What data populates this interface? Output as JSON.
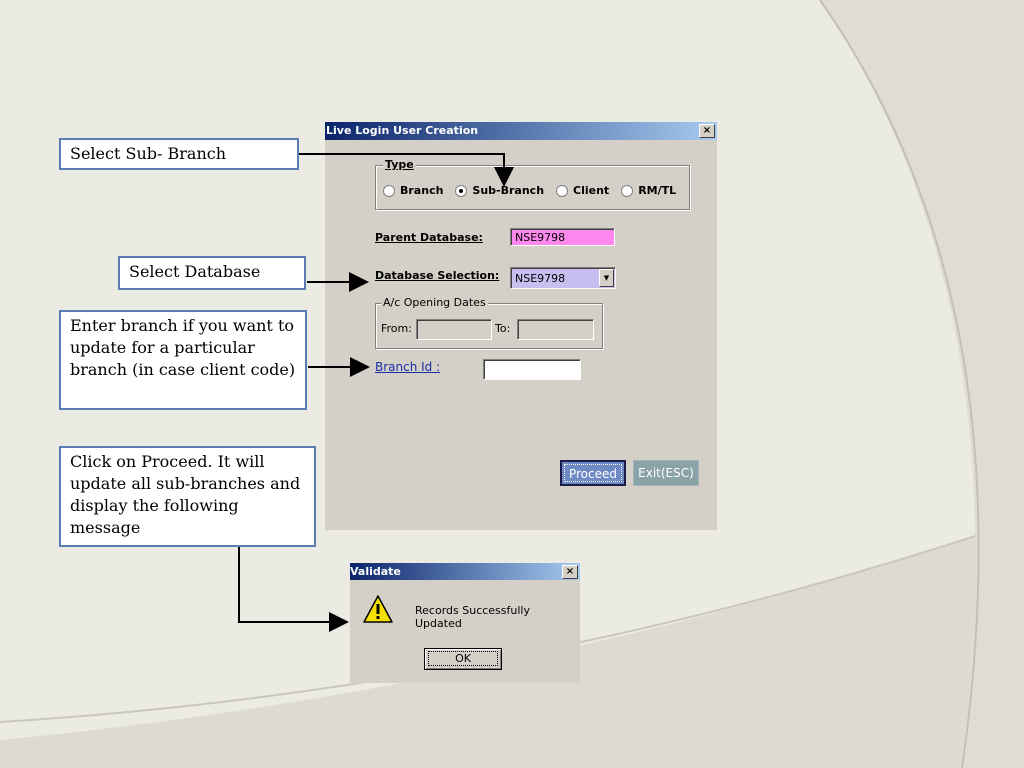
{
  "callouts": {
    "sub_branch": "Select  Sub- Branch",
    "database": "Select Database",
    "branch": "Enter branch if you want to update for a particular branch (in case client code)",
    "proceed": "Click on Proceed. It will update all sub-branches and display  the following message"
  },
  "main_dialog": {
    "title": "Live Login User Creation",
    "close_label": "×",
    "type_legend": "Type",
    "radio_options": [
      "Branch",
      "Sub-Branch",
      "Client",
      "RM/TL"
    ],
    "selected_radio": "Sub-Branch",
    "parent_db_label": "Parent Database:",
    "parent_db_value": "NSE9798",
    "db_selection_label": "Database Selection:",
    "db_selection_value": "NSE9798",
    "dates_legend": "A/c Opening Dates",
    "from_label": "From:",
    "to_label": "To:",
    "branch_id_label": "Branch Id :",
    "branch_id_value": "",
    "proceed_label": "Proceed",
    "exit_label": "Exit(ESC)"
  },
  "validate_dialog": {
    "title": "Validate",
    "close_label": "×",
    "message": "Records Successfully Updated",
    "ok_label": "OK"
  },
  "colors": {
    "parent_db_bg": "#ff88ee",
    "db_selection_bg": "#c8bff0",
    "titlebar": "#0a246a"
  }
}
